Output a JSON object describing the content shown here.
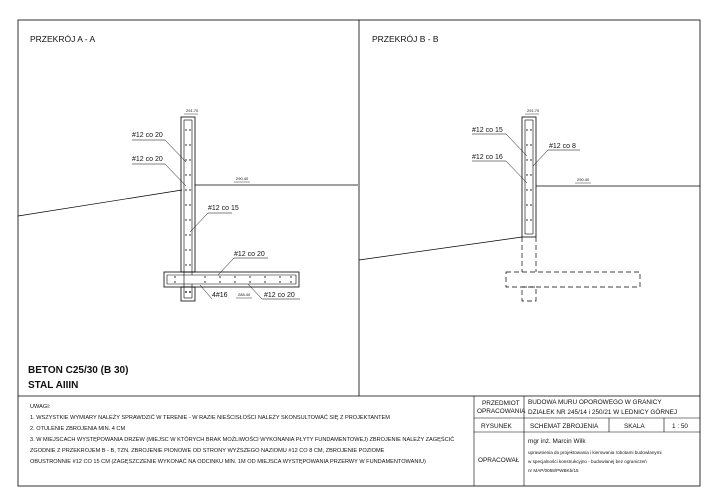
{
  "sections": {
    "a": {
      "title": "PRZEKRÓJ A - A",
      "labels": [
        "#12 co 20",
        "#12 co 20",
        "#12 co 15",
        "#12 co 20",
        "4#16",
        "#12 co 20"
      ],
      "levels": [
        "291.70",
        "290.40",
        "288.40"
      ]
    },
    "b": {
      "title": "PRZEKRÓJ B - B",
      "labels": [
        "#12 co 15",
        "#12 co 8",
        "#12 co 16"
      ],
      "levels": [
        "291.70",
        "290.40"
      ]
    }
  },
  "materials": {
    "concrete": "BETON C25/30 (B 30)",
    "steel": "STAL AIIIN"
  },
  "notes": {
    "heading": "UWAGI:",
    "lines": [
      "1. WSZYSTKIE WYMIARY NALEŻY SPRAWDZIĆ W TERENIE - W RAZIE NIEŚCISŁOŚCI NALEŻY SKONSULTOWAĆ SIĘ Z PROJEKTANTEM",
      "2. OTULENIE ZBROJENIA MIN. 4 CM",
      "3. W MIEJSCACH WYSTĘPOWANIA DRZEW (MIEJSC W KTÓRYCH BRAK MOŻLIWOŚCI WYKONANIA PŁYTY FUNDAMENTOWEJ) ZBROJENIE NALEŻY ZAGĘŚCIĆ",
      "ZGODNIE Z PRZEKROJEM B - B, TZN. ZBROJENIE PIONOWE OD STRONY WYŻSZEGO NAZIOMU #12 CO 8 CM, ZBROJENIE POZIOME",
      "OBUSTRONNIE #12 CO 15 CM (ZAGĘSZCZENIE WYKONAĆ NA ODCINKU MIN. 1M OD MIEJSCA WYSTĘPOWANIA PRZERWY W FUNDAMENTOWANIU)"
    ]
  },
  "title_block": {
    "subject_label_1": "PRZEDMIOT",
    "subject_label_2": "OPRACOWANIA",
    "subject_line_1": "BUDOWA MURU OPOROWEGO W GRANICY",
    "subject_line_2": "DZIAŁEK NR 245/14 i 250/21 W LEDNICY GÓRNEJ",
    "drawing_label": "RYSUNEK",
    "drawing_value": "SCHEMAT ZBROJENIA",
    "scale_label": "SKALA",
    "scale_value": "1 : 50",
    "author_label": "OPRACOWAŁ",
    "author_name": "mgr inż. Marcin Wilk",
    "author_lines": [
      "uprawnienia do projektowania i kierowania robotami budowlanymi",
      "w specjalności konstrukcyjno - budowlanej bez ograniczeń",
      "nr MAP/0058/PWBKb/15"
    ]
  }
}
